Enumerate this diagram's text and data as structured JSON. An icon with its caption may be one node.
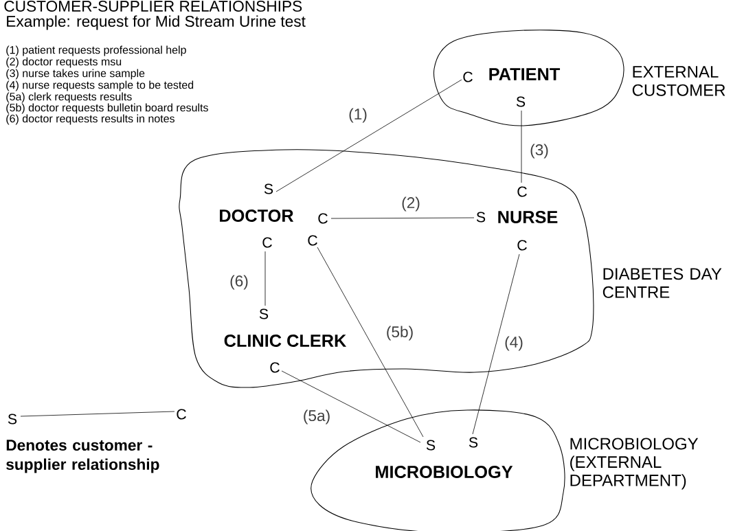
{
  "diagram": {
    "title": "CUSTOMER-SUPPLIER RELATIONSHIPS",
    "nodes": [
      {
        "text": [
          "EXTERNAL CUSTOMER"
        ]
      },
      {
        "text": [
          "PATIENT"
        ],
        "in": 0
      },
      {
        "text": [
          "DIABETES DAY CENTRE"
        ]
      },
      {
        "text": [
          "DOCTOR"
        ],
        "in": 2
      },
      {
        "text": [
          "NURSE"
        ],
        "in": 2
      },
      {
        "text": [
          "CLINIC CLERK"
        ],
        "in": 2
      },
      {
        "text": [
          "MICROBIOLOGY (EXTERNAL DEPARTMENT)"
        ]
      },
      {
        "text": [
          "MICROBIOLOGY"
        ],
        "in": 6
      }
    ],
    "edges": [
      {
        "from": 1,
        "to": 3,
        "arrow": "none",
        "label": "(1)"
      },
      {
        "from": 3,
        "to": 4,
        "arrow": "none",
        "label": "(2)"
      },
      {
        "from": 1,
        "to": 4,
        "arrow": "none",
        "label": "(3)"
      },
      {
        "from": 4,
        "to": 7,
        "arrow": "none",
        "label": "(4)"
      },
      {
        "from": 5,
        "to": 7,
        "arrow": "none",
        "label": "(5a)"
      },
      {
        "from": 3,
        "to": 7,
        "arrow": "none",
        "label": "(5b)"
      },
      {
        "from": 3,
        "to": 5,
        "arrow": "none",
        "label": "(6)"
      }
    ],
    "labels": [
      "Example: request for Mid Stream Urine test",
      "(1) patient requests professional help",
      "(2) doctor requests msu",
      "(3) nurse takes urine sample",
      "(4) nurse requests sample to be tested",
      "(5a) clerk requests results",
      "(5b) doctor requests bulletin board results",
      "(6) doctor requests results in notes",
      "C",
      "S",
      "S",
      "C",
      "C",
      "S",
      "C",
      "C",
      "C",
      "S",
      "C",
      "S",
      "C",
      "S",
      "S"
    ],
    "legend": [
      {
        "text": "Denotes customer -supplier relationship"
      }
    ]
  }
}
